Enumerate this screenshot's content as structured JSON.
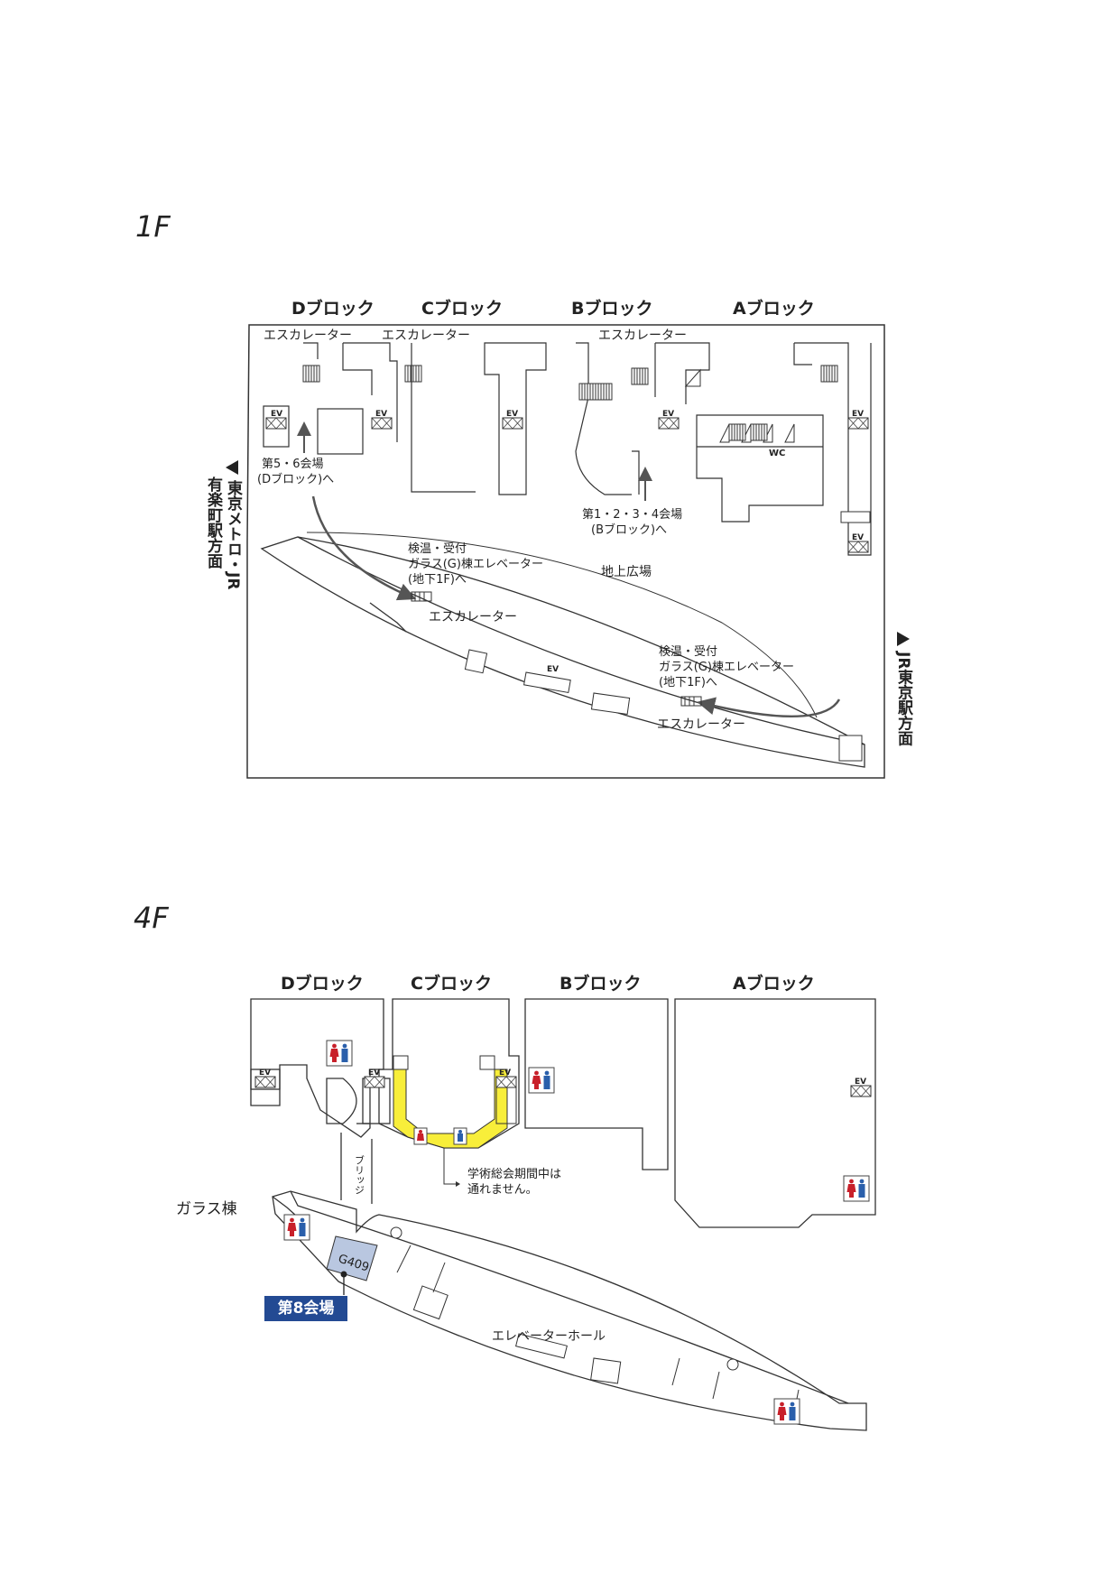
{
  "floors": [
    {
      "label": "1F",
      "blocks": [
        "Dブロック",
        "Cブロック",
        "Bブロック",
        "Aブロック"
      ],
      "escalator_labels": [
        "エスカレーター",
        "エスカレーター",
        "エスカレーター",
        "エスカレーター",
        "エスカレーター"
      ],
      "ev_label": "EV",
      "wc_label": "WC",
      "venue_5_6": [
        "第5・6会場",
        "(Dブロック)へ"
      ],
      "venue_1_4": [
        "第1・2・3・4会場",
        "(Bブロック)へ"
      ],
      "glass_ev_left": [
        "検温・受付",
        "ガラス(G)棟エレベーター",
        "(地下1F)へ"
      ],
      "glass_ev_right": [
        "検温・受付",
        "ガラス(G)棟エレベーター",
        "(地下1F)へ"
      ],
      "plaza": "地上広場",
      "dir_left_1": "東京メトロ・JR",
      "dir_left_2": "有楽町駅方面",
      "dir_right": "JR東京駅方面"
    },
    {
      "label": "4F",
      "blocks": [
        "Dブロック",
        "Cブロック",
        "Bブロック",
        "Aブロック"
      ],
      "ev_label": "EV",
      "bridge": "ブリッジ",
      "glass_building": "ガラス棟",
      "closed_note": [
        "学術総会期間中は",
        "通れません。"
      ],
      "room": "G409",
      "venue_8": "第8会場",
      "ev_hall": "エレベーターホール"
    }
  ],
  "colors": {
    "closed_highlight": "#f8ee3a",
    "venue_badge": "#234a93",
    "room_fill": "#b9c7e0",
    "male_icon": "#2a5fab",
    "female_icon": "#c8202a",
    "route_arrow": "#555555"
  }
}
